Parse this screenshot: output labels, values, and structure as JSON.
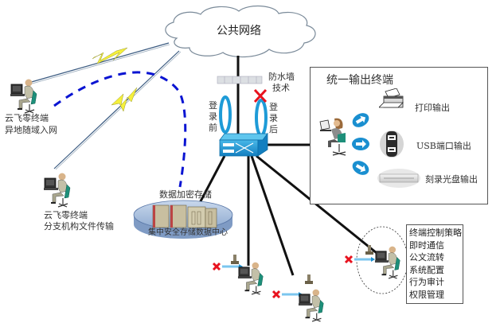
{
  "cloud": {
    "label": "公共网络"
  },
  "firewall": {
    "label_line1": "防水墙",
    "label_line2": "技术"
  },
  "login": {
    "before": "登录前",
    "after": "登录后"
  },
  "remote_terminal": {
    "line1": "云飞零终端",
    "line2": "异地随域入网"
  },
  "branch_terminal": {
    "line1": "云飞零终端",
    "line2": "分支机构文件传输"
  },
  "storage": {
    "caption": "数据加密存储",
    "platform": "集中安全存储数据中心"
  },
  "output_panel": {
    "title": "统一输出终端",
    "outputs": [
      {
        "icon": "printer-icon",
        "label": "打印输出"
      },
      {
        "icon": "usb-port-icon",
        "label": "USB端口输出"
      },
      {
        "icon": "disc-burner-icon",
        "label": "刻录光盘输出"
      }
    ]
  },
  "control_terminal": {
    "functions": [
      "终端控制策略",
      "即时通信",
      "公文流转",
      "系统配置",
      "行为审计",
      "权限管理"
    ]
  },
  "colors": {
    "switch_blue": "#1e9bd7",
    "dashed_blue": "#0a14d2",
    "lightning_yellow": "#f5f03c",
    "block_red": "#e8121e",
    "arrow_blue": "#1a8fd0",
    "storage_disk": "#9fb8d8"
  }
}
